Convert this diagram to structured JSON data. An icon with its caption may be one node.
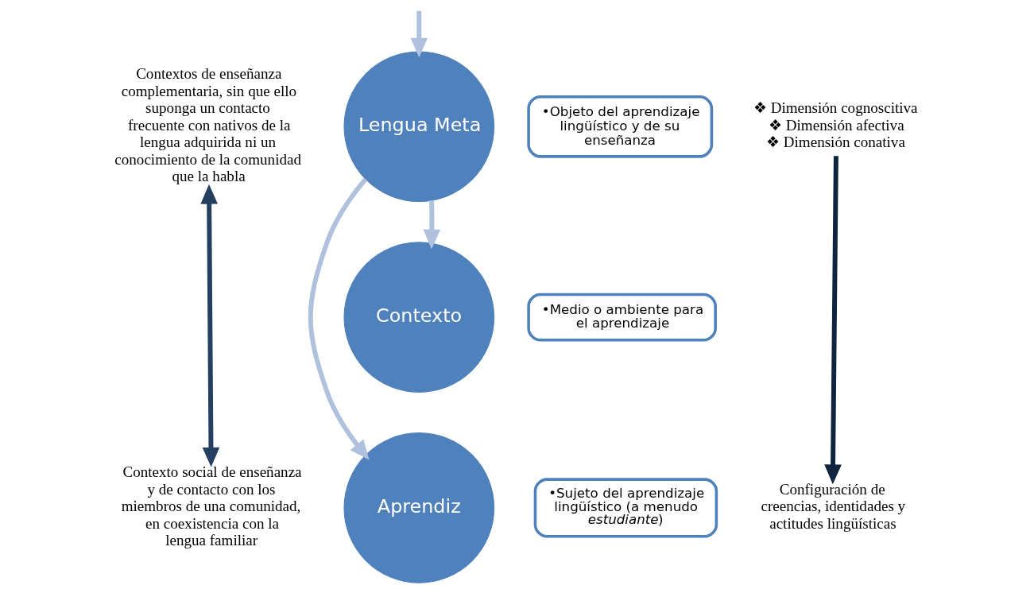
{
  "diagram": {
    "nodes": [
      {
        "text": [
          "Lengua Meta"
        ]
      },
      {
        "text": [
          "•Objeto del aprendizaje lingüístico y de su enseñanza"
        ]
      },
      {
        "text": [
          "Contexto"
        ]
      },
      {
        "text": [
          "•Medio o ambiente para el aprendizaje"
        ]
      },
      {
        "text": [
          "Aprendiz"
        ]
      },
      {
        "text": [
          "•Sujeto del aprendizaje lingüístico (a menudo *estudiante*)"
        ]
      },
      {
        "text": [
          "Contextos de enseñanza complementaria, sin que ello suponga un contacto frecuente con nativos de la lengua adquirida ni un conocimiento de la comunidad que la habla"
        ]
      },
      {
        "text": [
          "Contexto social de enseñanza y de contacto con los miembros de una comunidad, en coexistencia con la lengua familiar"
        ]
      },
      {
        "text": [
          "❖ Dimensión cognoscitiva",
          "❖ Dimensión afectiva",
          "❖ Dimensión conativa"
        ]
      },
      {
        "text": [
          "Configuración de creencias, identidades y actitudes lingüísticas"
        ]
      }
    ],
    "edges": [
      {
        "from": null,
        "to": 0,
        "arrow": "to"
      },
      {
        "from": 0,
        "to": 2,
        "arrow": "to"
      },
      {
        "from": 0,
        "to": 4,
        "arrow": "to"
      },
      {
        "from": 6,
        "to": 7,
        "arrow": "both",
        "color": "#243f60"
      },
      {
        "from": 8,
        "to": 9,
        "arrow": "to",
        "color": "#0f243e"
      }
    ]
  }
}
